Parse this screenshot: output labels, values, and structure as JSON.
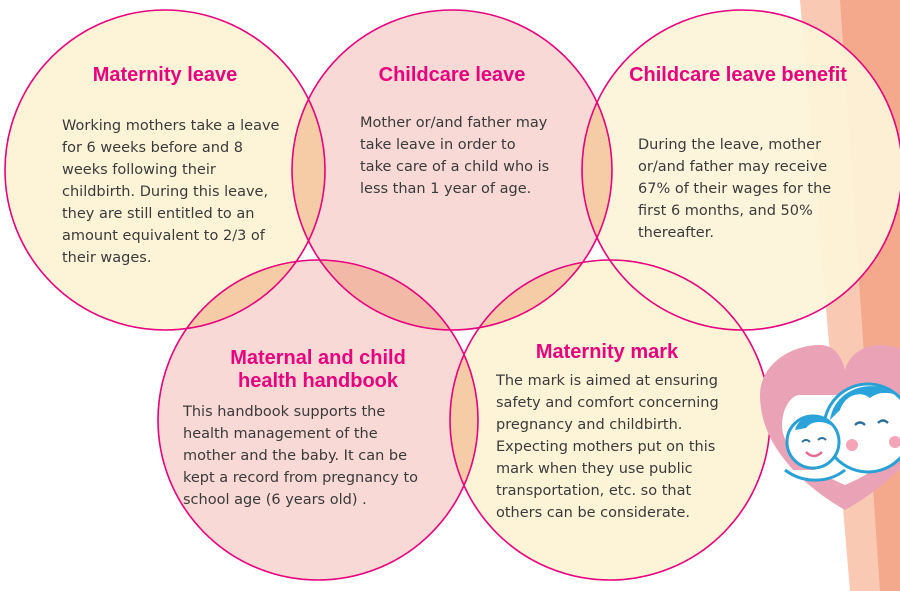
{
  "colors": {
    "circle_stroke": "#e6007e",
    "cream_fill": "#fdf4d8",
    "pink_fill": "#f8d9d5",
    "overlap_fill": "#f6cca6",
    "band_fill": "#f4a98c",
    "title": "#e6007e",
    "body_text": "#3a3a3a"
  },
  "circles": [
    {
      "id": "maternity-leave",
      "title": "Maternity leave",
      "text": "Working mothers  take a leave for 6 weeks before and 8 weeks following their childbirth. During this leave, they are still entitled to an amount equivalent to 2/3 of their wages."
    },
    {
      "id": "childcare-leave",
      "title": "Childcare leave",
      "text": "Mother or/and father may take leave in order to take care of a child who is less than 1 year of age."
    },
    {
      "id": "childcare-leave-benefit",
      "title": "Childcare leave benefit",
      "text": "During the leave, mother or/and father may receive 67% of their wages for the first 6 months, and 50% thereafter."
    },
    {
      "id": "maternal-child-handbook",
      "title": "Maternal and child health handbook",
      "text": "This handbook supports the health management of the mother and the baby. It can be kept a record from pregnancy to school age (6 years old) ."
    },
    {
      "id": "maternity-mark",
      "title": "Maternity mark",
      "text": "The mark is aimed at ensuring safety and comfort concerning pregnancy and childbirth. Expecting mothers put on this mark when they use public transportation, etc. so that others can be considerate."
    }
  ],
  "logo": {
    "name": "maternity-mark-logo",
    "icon": "mother-and-baby-heart"
  }
}
